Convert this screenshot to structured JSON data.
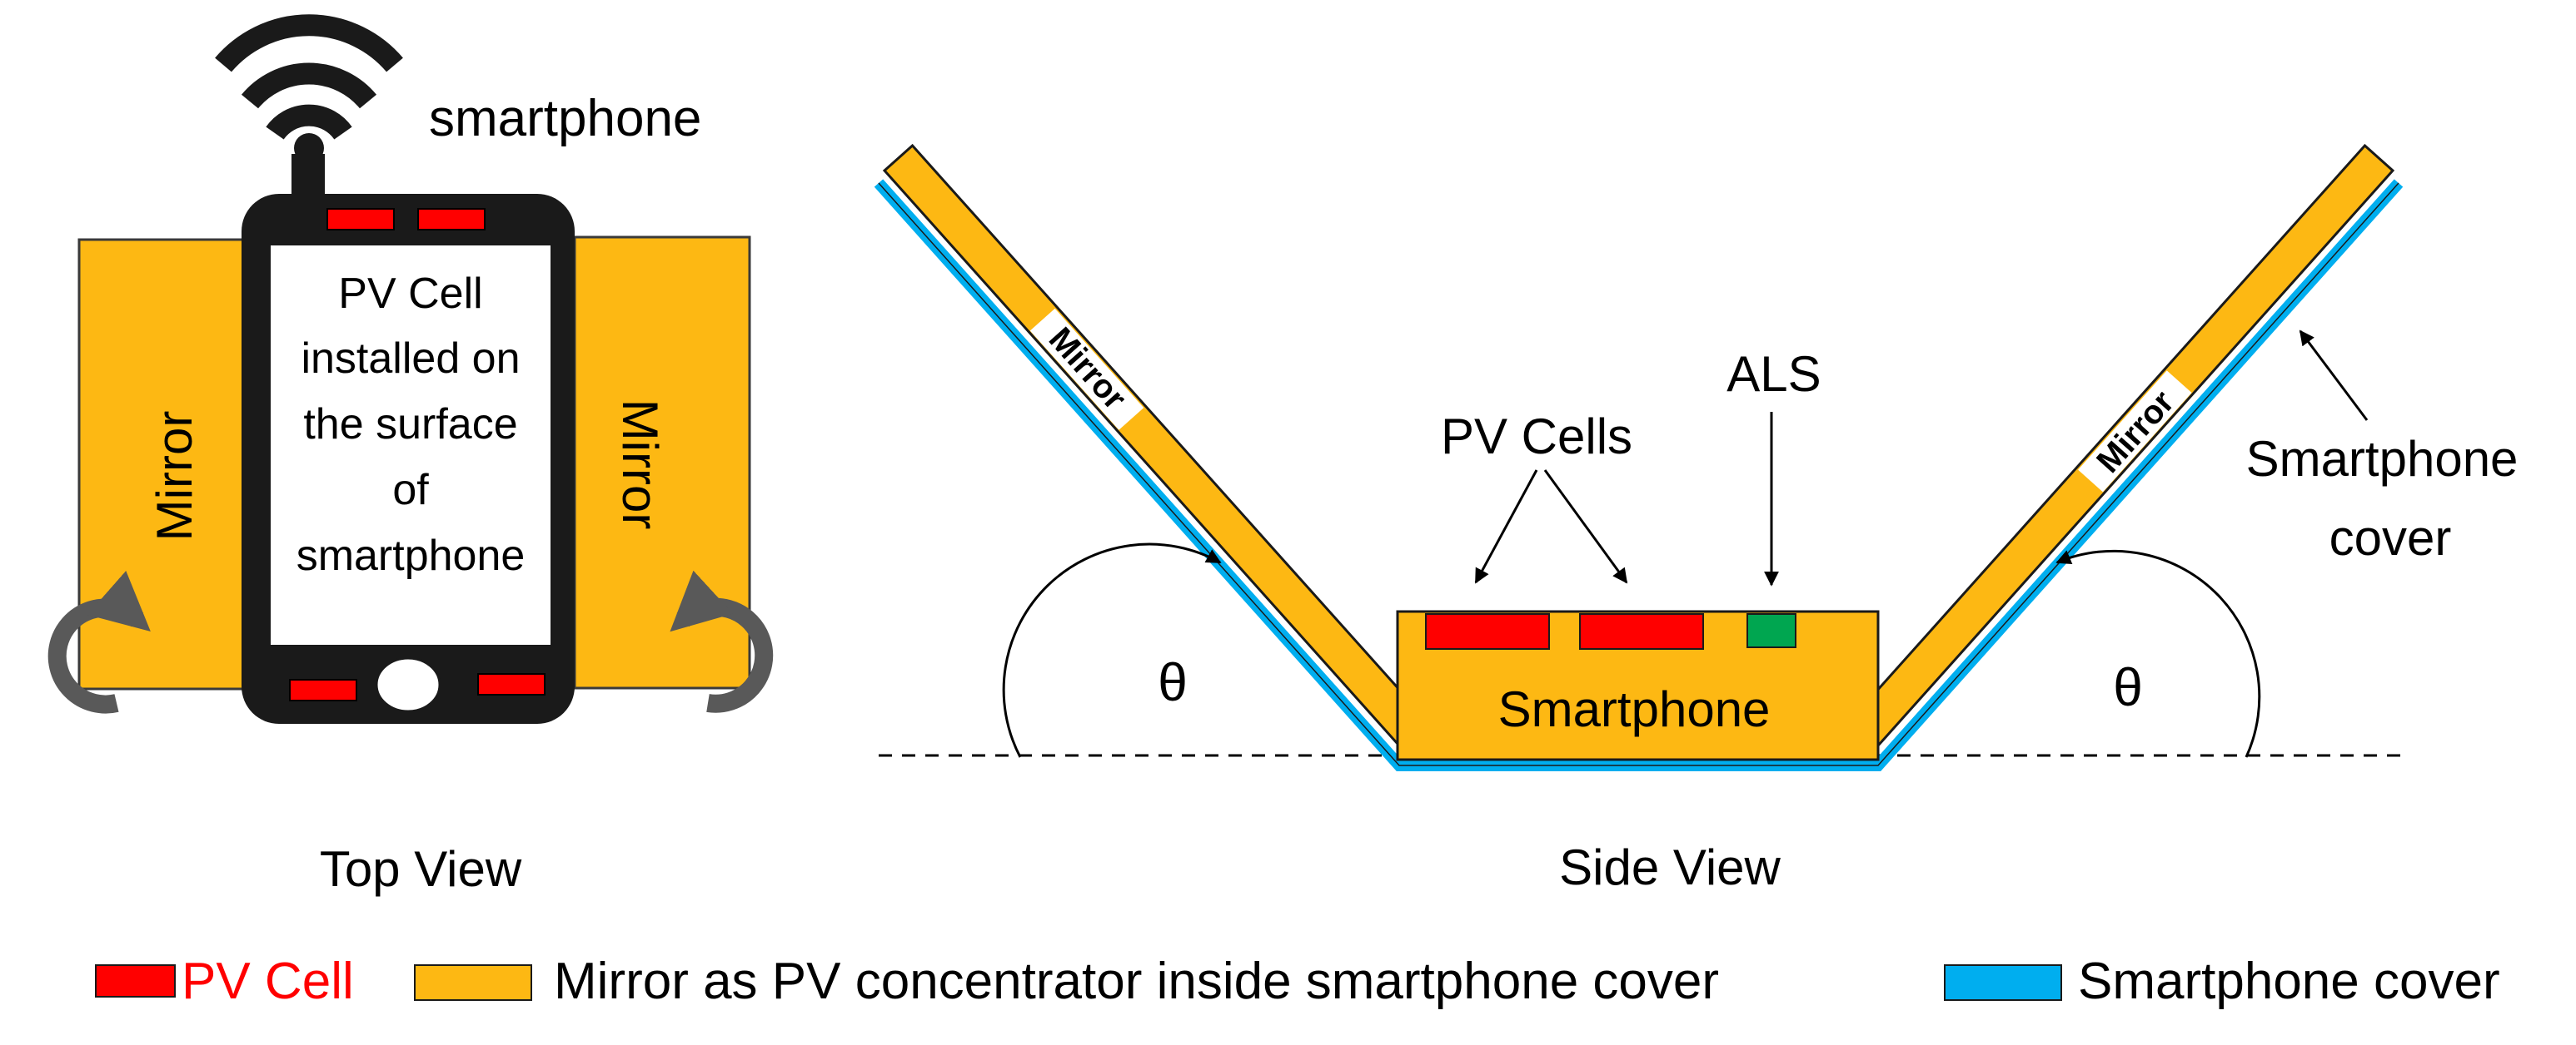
{
  "top_view": {
    "caption": "Top View",
    "phone_label": "smartphone",
    "mirror_left_label": "Mirror",
    "mirror_right_label": "Mirror",
    "screen_text": [
      "PV Cell",
      "installed on",
      "the surface",
      "of",
      "smartphone"
    ]
  },
  "side_view": {
    "caption": "Side View",
    "pv_cells_label": "PV Cells",
    "als_label": "ALS",
    "phone_body_label": "Smartphone",
    "cover_label": [
      "Smartphone",
      "cover"
    ],
    "mirror_left_label": "Mirror",
    "mirror_right_label": "Mirror",
    "angle_left": "θ",
    "angle_right": "θ"
  },
  "legend": {
    "pv_cell": "PV Cell",
    "mirror": "Mirror as PV concentrator inside smartphone cover",
    "cover": "Smartphone cover"
  },
  "colors": {
    "mirror": "#FDB813",
    "pv_cell": "#FF0000",
    "als": "#00A650",
    "cover": "#00AEEF",
    "phone_frame": "#1A1A1A",
    "arrow_gray": "#595959",
    "pv_text": "#FF0000"
  },
  "icons": [
    "wifi-icon",
    "rotate-ccw-arrow-icon",
    "rotate-cw-arrow-icon"
  ]
}
